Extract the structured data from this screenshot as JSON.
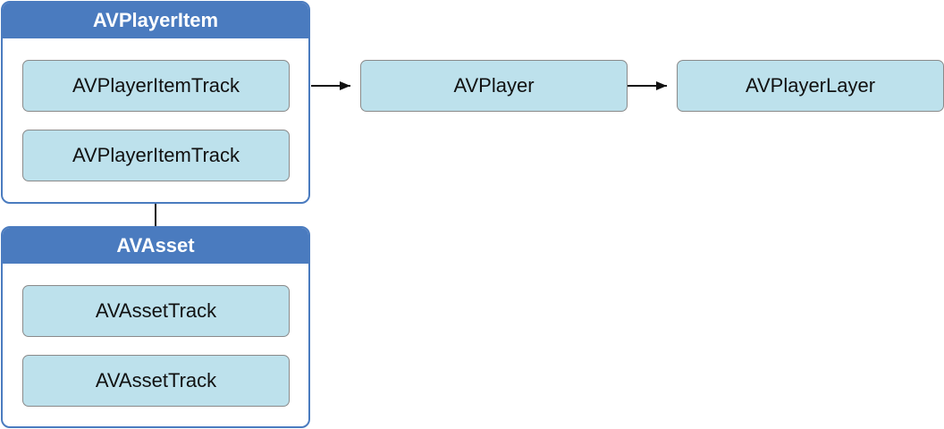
{
  "player_item": {
    "title": "AVPlayerItem",
    "tracks": [
      "AVPlayerItemTrack",
      "AVPlayerItemTrack"
    ]
  },
  "asset": {
    "title": "AVAsset",
    "tracks": [
      "AVAssetTrack",
      "AVAssetTrack"
    ]
  },
  "player": {
    "label": "AVPlayer"
  },
  "player_layer": {
    "label": "AVPlayerLayer"
  },
  "colors": {
    "header_blue": "#4a7bbf",
    "box_fill": "#bde1ec",
    "box_border": "#8a8a8a",
    "arrow": "#111111"
  }
}
